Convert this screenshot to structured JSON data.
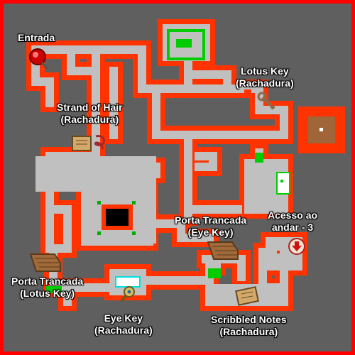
{
  "map": {
    "colors": {
      "background": "#5f5f5f",
      "wall": "#ff3300",
      "floor": "#c0c0c0",
      "frame": "#ff0000",
      "marker": "#00cc00",
      "hole": "#000000",
      "label_text": "#ffffff"
    },
    "labels": {
      "entrance": {
        "line1": "Entrada"
      },
      "strand_of_hair": {
        "line1": "Strand of Hair",
        "line2": "(Rachadura)"
      },
      "lotus_key": {
        "line1": "Lotus Key",
        "line2": "(Rachadura)"
      },
      "locked_door_eye": {
        "line1": "Porta Trancada",
        "line2": "(Eye Key)"
      },
      "access_floor": {
        "line1": "Acesso ao",
        "line2": "andar - 3"
      },
      "locked_door_lotus": {
        "line1": "Porta Trancada",
        "line2": "(Lotus Key)"
      },
      "eye_key": {
        "line1": "Eye Key",
        "line2": "(Rachadura)"
      },
      "scribbled_notes": {
        "line1": "Scribbled Notes",
        "line2": "(Rachadura)"
      }
    },
    "icons": {
      "entrance": "red-gem-icon",
      "strand_of_hair": "scroll-and-hair-icon",
      "lotus_key": "lotus-key-icon",
      "eye_key": "eye-key-icon",
      "scribbled_notes": "notes-scroll-icon",
      "access_floor": "down-arrow-icon",
      "stairs": "stairs-icon"
    }
  }
}
